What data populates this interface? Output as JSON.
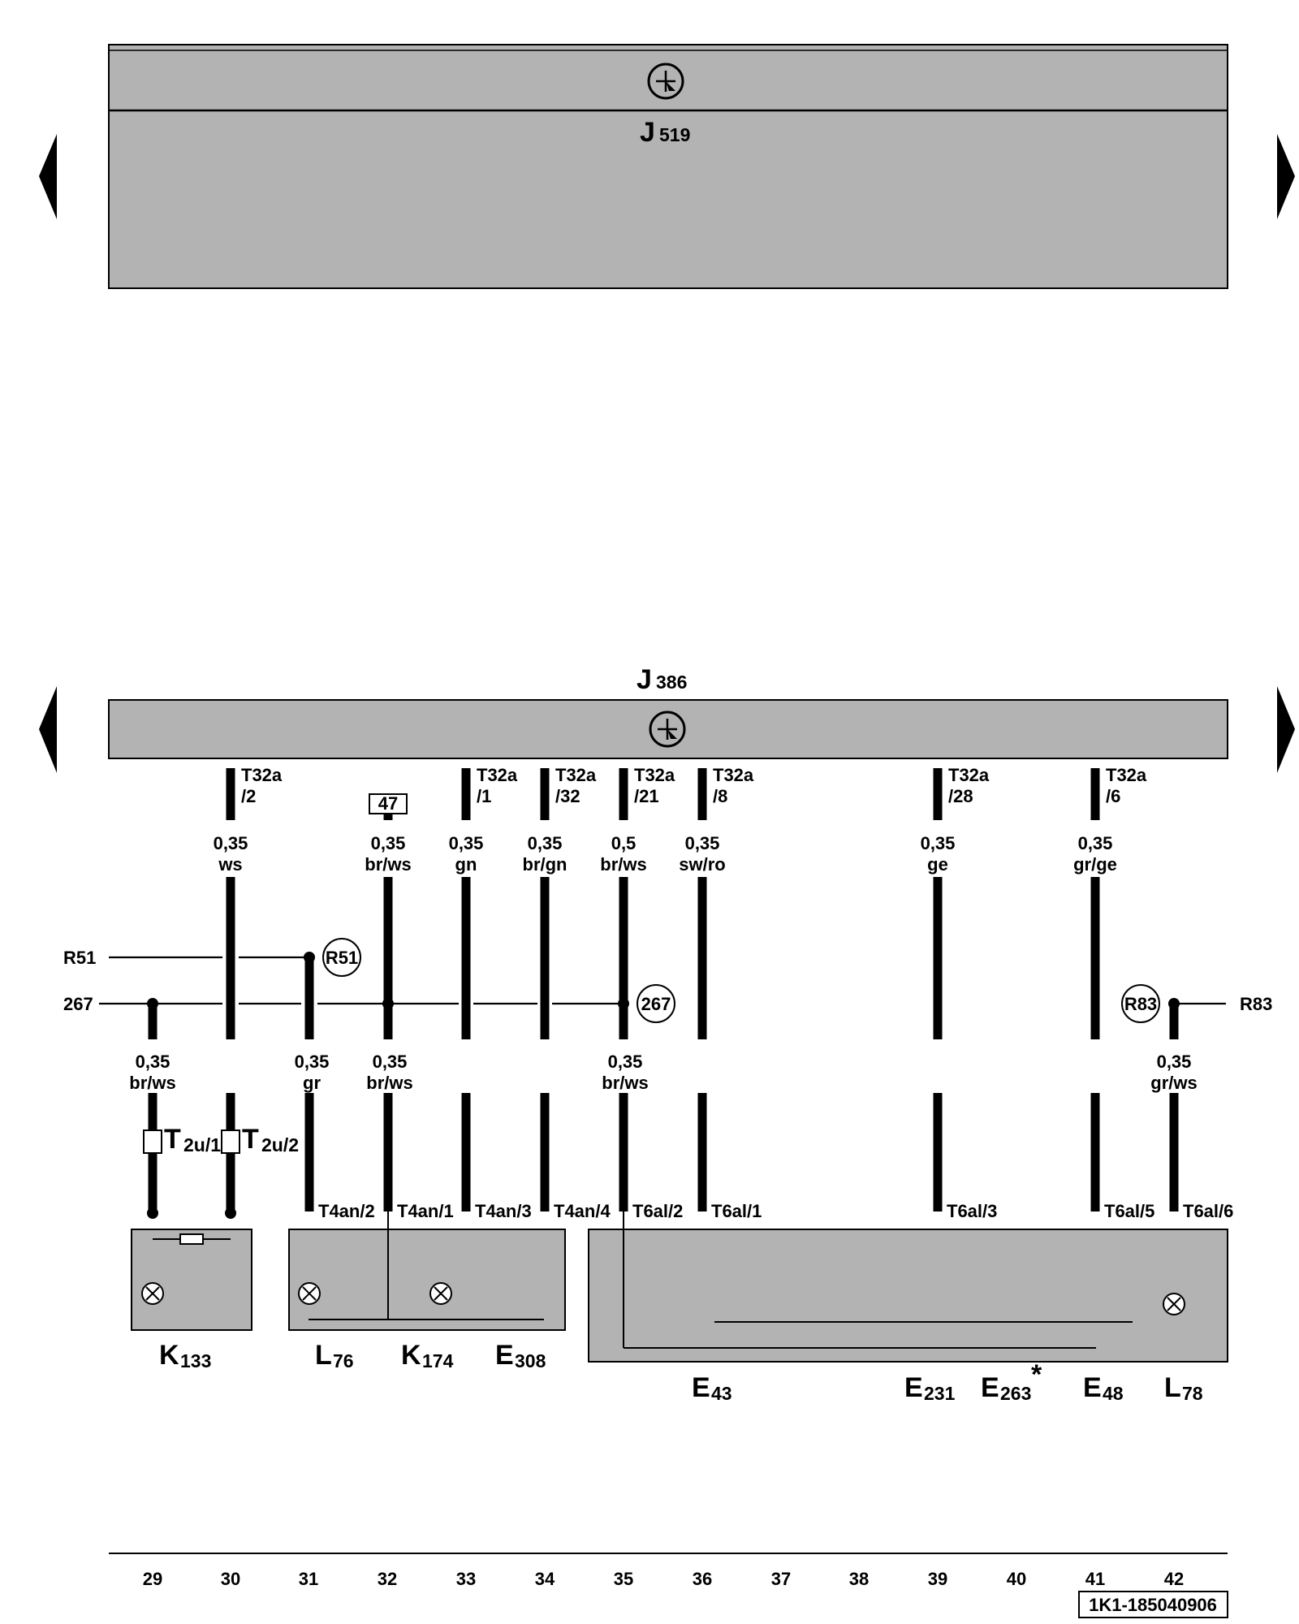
{
  "top_unit": {
    "name": "J",
    "sub": "519"
  },
  "mid_unit": {
    "name": "J",
    "sub": "386"
  },
  "ref_47": "47",
  "bus_lines": [
    {
      "label_left": "R51",
      "circle": "R51"
    },
    {
      "label_left": "267",
      "circle": "267"
    },
    {
      "label_right": "R83",
      "circle": "R83"
    }
  ],
  "upper_wires": [
    {
      "conn": "T32a",
      "pin": "/2",
      "gauge": "0,35",
      "color": "ws"
    },
    {
      "gauge": "0,35",
      "color": "br/ws"
    },
    {
      "conn": "T32a",
      "pin": "/1",
      "gauge": "0,35",
      "color": "gn"
    },
    {
      "conn": "T32a",
      "pin": "/32",
      "gauge": "0,35",
      "color": "br/gn"
    },
    {
      "conn": "T32a",
      "pin": "/21",
      "gauge": "0,5",
      "color": "br/ws"
    },
    {
      "conn": "T32a",
      "pin": "/8",
      "gauge": "0,35",
      "color": "sw/ro"
    },
    {
      "conn": "T32a",
      "pin": "/28",
      "gauge": "0,35",
      "color": "ge"
    },
    {
      "conn": "T32a",
      "pin": "/6",
      "gauge": "0,35",
      "color": "gr/ge"
    }
  ],
  "lower_wires": [
    {
      "gauge": "0,35",
      "color": "br/ws"
    },
    {
      "gauge": "0,35",
      "color": "gr"
    },
    {
      "gauge": "0,35",
      "color": "br/ws"
    },
    {
      "gauge": "0,35",
      "color": "br/ws"
    },
    {
      "gauge": "0,35",
      "color": "gr/ws"
    }
  ],
  "t2u": [
    {
      "name": "T",
      "sub": "2u/1"
    },
    {
      "name": "T",
      "sub": "2u/2"
    }
  ],
  "bottom_connectors": [
    "T4an/2",
    "T4an/1",
    "T4an/3",
    "T4an/4",
    "T6al/2",
    "T6al/1",
    "T6al/3",
    "T6al/5",
    "T6al/6"
  ],
  "components": [
    {
      "name": "K",
      "sub": "133"
    },
    {
      "name": "L",
      "sub": "76"
    },
    {
      "name": "K",
      "sub": "174"
    },
    {
      "name": "E",
      "sub": "308"
    },
    {
      "name": "E",
      "sub": "43"
    },
    {
      "name": "E",
      "sub": "231"
    },
    {
      "name": "E",
      "sub": "263",
      "mark": "*"
    },
    {
      "name": "E",
      "sub": "48"
    },
    {
      "name": "L",
      "sub": "78"
    }
  ],
  "tracks": [
    "29",
    "30",
    "31",
    "32",
    "33",
    "34",
    "35",
    "36",
    "37",
    "38",
    "39",
    "40",
    "41",
    "42"
  ],
  "doc_code": "1K1-185040906"
}
